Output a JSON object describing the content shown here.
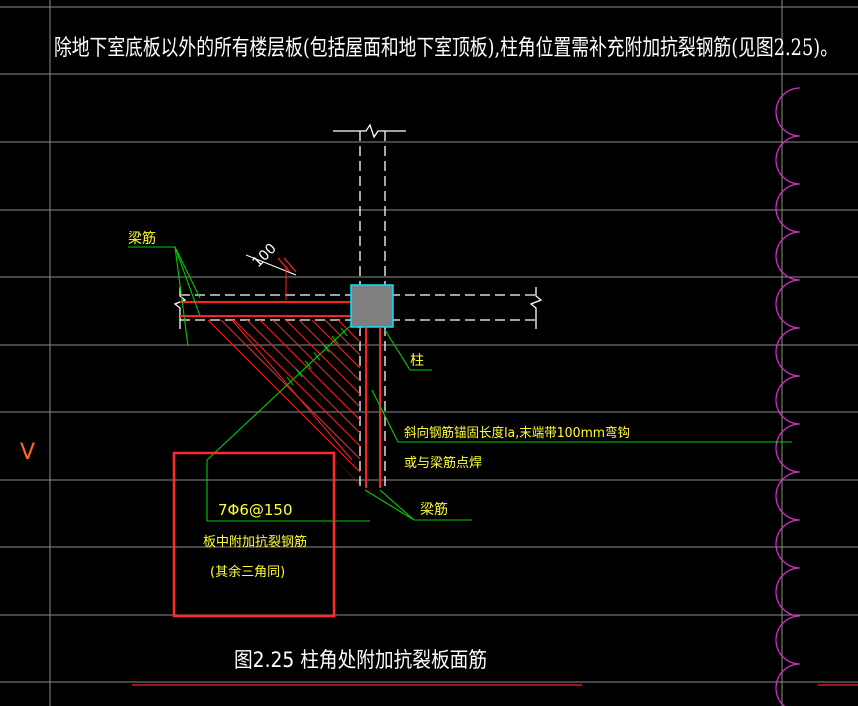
{
  "header": {
    "text": "除地下室底板以外的所有楼层板(包括屋面和地下室顶板),柱角位置需补充附加抗裂钢筋(见图2.25)。"
  },
  "labels": {
    "beam_rebar_top": "梁筋",
    "dimension_100": "100",
    "column": "柱",
    "diagonal_line1": "斜向钢筋锚固长度la,末端带100mm弯钩",
    "diagonal_line2": "或与梁筋点焊",
    "beam_rebar_bottom": "梁筋",
    "spec": "7Φ6@150",
    "box_line1": "板中附加抗裂钢筋",
    "box_line2": "(其余三角同)"
  },
  "caption": "图2.25  柱角处附加抗裂板面筋",
  "side_marker": "V",
  "colors": {
    "background": "#000000",
    "grid": "#8c8c8c",
    "beam_line": "#ffffff",
    "leader": "#00cc00",
    "hatch": "#ff2020",
    "highlight_box": "#ff2a2a",
    "column_fill": "#7f7f7f",
    "column_border": "#00e5ff",
    "cloud": "#cc33cc",
    "label": "#ffff33",
    "marker": "#ff6a1a"
  }
}
